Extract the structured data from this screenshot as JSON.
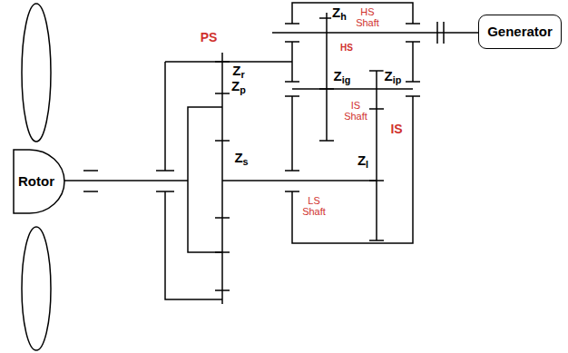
{
  "diagram": {
    "nodes": [
      {
        "text": [
          "Rotor"
        ]
      },
      {
        "text": [
          "Generator"
        ]
      }
    ],
    "labels": [
      "PS",
      "Zr",
      "Zp",
      "Zs",
      "Zh",
      "HS Shaft",
      "HS",
      "Zig",
      "Zip",
      "IS Shaft",
      "IS",
      "Zl",
      "LS Shaft"
    ]
  }
}
